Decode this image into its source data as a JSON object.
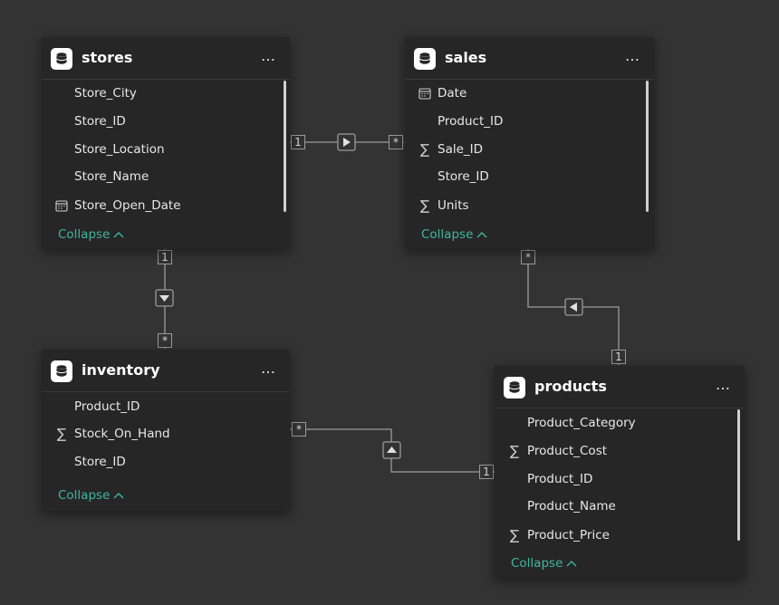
{
  "tables": {
    "stores": {
      "name": "stores",
      "more": "…",
      "fields": [
        {
          "label": "Store_City",
          "icon": "none"
        },
        {
          "label": "Store_ID",
          "icon": "none"
        },
        {
          "label": "Store_Location",
          "icon": "none"
        },
        {
          "label": "Store_Name",
          "icon": "none"
        },
        {
          "label": "Store_Open_Date",
          "icon": "calendar"
        }
      ],
      "collapse_label": "Collapse"
    },
    "sales": {
      "name": "sales",
      "more": "…",
      "fields": [
        {
          "label": "Date",
          "icon": "calendar"
        },
        {
          "label": "Product_ID",
          "icon": "none"
        },
        {
          "label": "Sale_ID",
          "icon": "sigma"
        },
        {
          "label": "Store_ID",
          "icon": "none"
        },
        {
          "label": "Units",
          "icon": "sigma"
        }
      ],
      "collapse_label": "Collapse"
    },
    "inventory": {
      "name": "inventory",
      "more": "…",
      "fields": [
        {
          "label": "Product_ID",
          "icon": "none"
        },
        {
          "label": "Stock_On_Hand",
          "icon": "sigma"
        },
        {
          "label": "Store_ID",
          "icon": "none"
        }
      ],
      "collapse_label": "Collapse"
    },
    "products": {
      "name": "products",
      "more": "…",
      "fields": [
        {
          "label": "Product_Category",
          "icon": "none"
        },
        {
          "label": "Product_Cost",
          "icon": "sigma"
        },
        {
          "label": "Product_ID",
          "icon": "none"
        },
        {
          "label": "Product_Name",
          "icon": "none"
        },
        {
          "label": "Product_Price",
          "icon": "sigma"
        }
      ],
      "collapse_label": "Collapse"
    }
  },
  "relationships": {
    "stores_sales": {
      "from_card": "1",
      "to_card": "*",
      "direction": "right"
    },
    "stores_inventory": {
      "from_card": "1",
      "to_card": "*",
      "direction": "down"
    },
    "sales_products": {
      "from_card": "*",
      "to_card": "1",
      "direction": "left"
    },
    "inventory_products": {
      "from_card": "*",
      "to_card": "1",
      "direction": "up"
    }
  },
  "icons": {
    "table": "table-icon",
    "sigma": "∑",
    "calendar": "calendar-icon",
    "collapse": "chevron-up-icon"
  },
  "colors": {
    "background": "#333333",
    "card": "#262626",
    "accent": "#3fb6a0",
    "line": "#9a9a9a"
  }
}
